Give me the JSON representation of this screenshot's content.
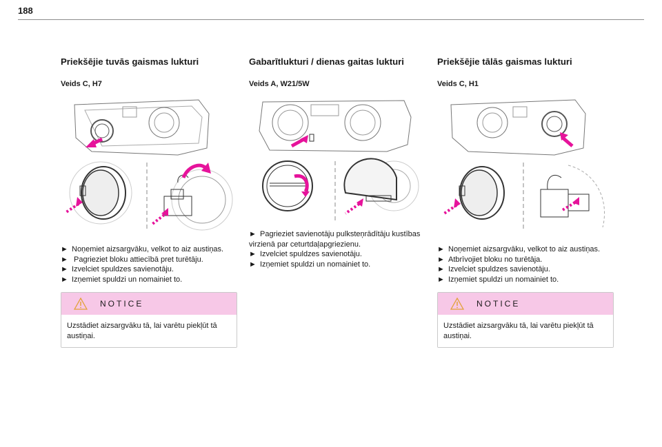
{
  "page": {
    "number": "188"
  },
  "columns": [
    {
      "title": "Priekšējie tuvās gaismas lukturi",
      "variant": "Veids C, H7",
      "figure_icon": "low-beam-headlamp-illustration",
      "steps": [
        "Noņemiet aizsargvāku, velkot to aiz austiņas.",
        " Pagrieziet bloku attiecībā pret turētāju.",
        "Izvelciet spuldzes savienotāju.",
        "Izņemiet spuldzi un nomainiet to."
      ],
      "notice": {
        "title": "NOTICE",
        "text": "Uzstādiet aizsargvāku tā, lai varētu piekļūt tā austiņai."
      }
    },
    {
      "title": "Gabarītlukturi / dienas gaitas lukturi",
      "variant": "Veids A, W21/5W",
      "figure_icon": "sidelamp-drl-illustration",
      "steps": [
        "Pagrieziet savienotāju pulksteņrādītāju kustības virzienā par ceturtdaļapgriezienu.",
        "Izvelciet spuldzes savienotāju.",
        "Izņemiet spuldzi un nomainiet to."
      ]
    },
    {
      "title": "Priekšējie tālās gaismas lukturi",
      "variant": "Veids C, H1",
      "figure_icon": "high-beam-headlamp-illustration",
      "steps": [
        "Noņemiet aizsargvāku, velkot to aiz austiņas.",
        "Atbrīvojiet bloku no turētāja.",
        "Izvelciet spuldzes savienotāju.",
        "Izņemiet spuldzi un nomainiet to."
      ],
      "notice": {
        "title": "NOTICE",
        "text": "Uzstādiet aizsargvāku tā, lai varētu piekļūt tā austiņai."
      }
    }
  ],
  "step_marker": "►",
  "colors": {
    "accent_arrow": "#e6139b",
    "notice_header": "#f7c8e7",
    "rule": "#8c8c8c"
  }
}
